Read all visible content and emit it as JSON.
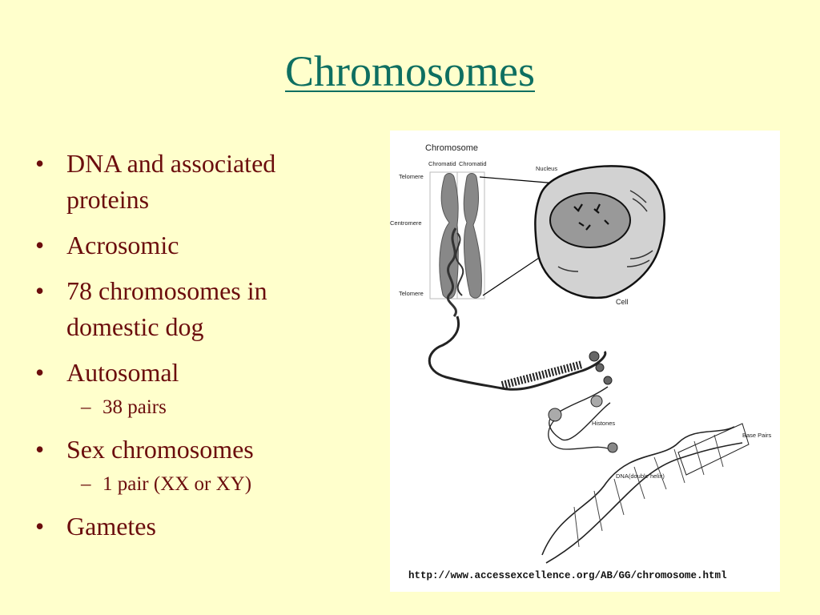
{
  "title": "Chromosomes",
  "bullets": [
    {
      "text": "DNA and associated proteins",
      "level": 1
    },
    {
      "text": "Acrosomic",
      "level": 1
    },
    {
      "text": "78 chromosomes in domestic dog",
      "level": 1
    },
    {
      "text": "Autosomal",
      "level": 1
    },
    {
      "text": "38 pairs",
      "level": 2
    },
    {
      "text": "Sex chromosomes",
      "level": 1
    },
    {
      "text": "1 pair (XX or XY)",
      "level": 2
    },
    {
      "text": "Gametes",
      "level": 1
    }
  ],
  "figure": {
    "heading": "Chromosome",
    "chromatid_left": "Chromatid",
    "chromatid_right": "Chromatid",
    "telomere_top": "Telomere",
    "centromere": "Centromere",
    "telomere_bottom": "Telomere",
    "nucleus": "Nucleus",
    "cell": "Cell",
    "histones": "Histones",
    "base_pairs": "Base Pairs",
    "dna": "DNA(double helix)",
    "source_url": "http://www.accessexcellence.org/AB/GG/chromosome.html"
  },
  "colors": {
    "background": "#ffffcc",
    "title": "#0e6f61",
    "body_text": "#6b0d0d"
  }
}
